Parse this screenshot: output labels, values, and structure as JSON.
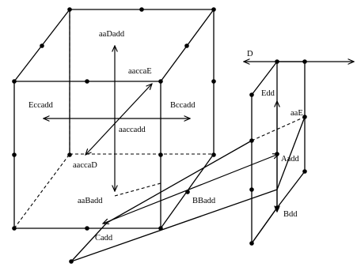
{
  "labels": {
    "aaDadd": "aaDadd",
    "aaccaE": "aaccaE",
    "Eccadd": "Eccadd",
    "Bccadd": "Bccadd",
    "aaccadd": "aaccadd",
    "aaccaD": "aaccaD",
    "aaBadd": "aaBadd",
    "BBadd": "BBadd",
    "Cadd": "Cadd",
    "D": "D",
    "Edd": "Edd",
    "aaE": "aaE",
    "Aadd": "Aadd",
    "Bdd": "Bdd"
  }
}
